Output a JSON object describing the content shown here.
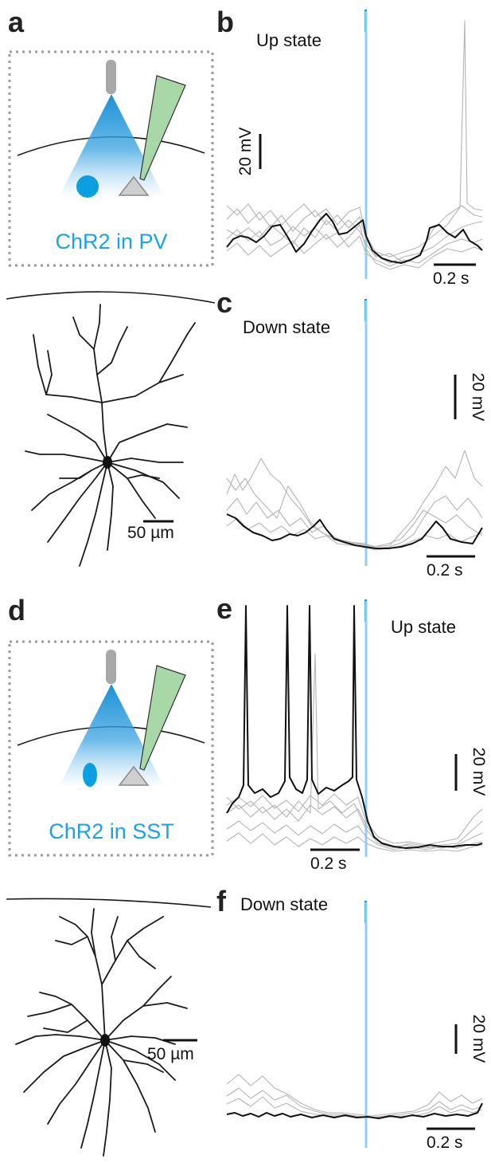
{
  "panels": {
    "a": {
      "label": "a",
      "caption": "ChR2 in PV",
      "scale_bar": "50 µm"
    },
    "b": {
      "label": "b",
      "title": "Up state",
      "v_scale": "20 mV",
      "t_scale": "0.2 s"
    },
    "c": {
      "label": "c",
      "title": "Down state",
      "v_scale": "20 mV",
      "t_scale": "0.2 s"
    },
    "d": {
      "label": "d",
      "caption": "ChR2 in SST",
      "scale_bar": "50 µm"
    },
    "e": {
      "label": "e",
      "title": "Up state",
      "v_scale": "20 mV",
      "t_scale": "0.2 s"
    },
    "f": {
      "label": "f",
      "title": "Down state",
      "v_scale": "20 mV",
      "t_scale": "0.2 s"
    }
  },
  "colors": {
    "chr2_text": "#1aa3e0",
    "pv_cell": "#0a9fe0",
    "sst_cell": "#0a9fe0",
    "light_cone": "#1a8fd6",
    "pipette": "#a9d8a8",
    "pyramidal_cell": "#cfcfcf",
    "stim_line": "#8fd0ee",
    "stim_tick": "#1a9ad6",
    "black_trace": "#111111",
    "gray_traces": "#b4b4b4"
  },
  "icons": [
    "optic-fiber-icon",
    "light-cone-icon",
    "recording-pipette-icon",
    "pyramidal-soma-icon",
    "interneuron-soma-icon"
  ]
}
